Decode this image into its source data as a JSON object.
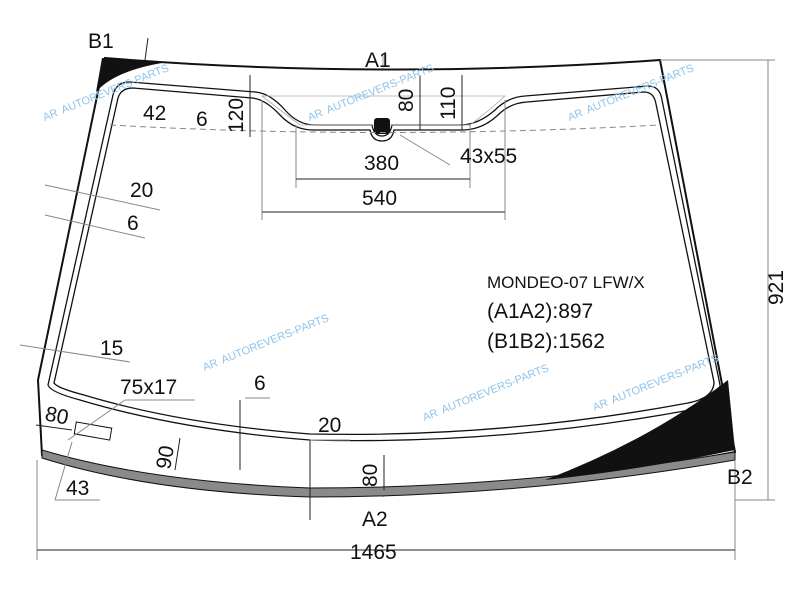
{
  "points": {
    "b1": "B1",
    "a1": "A1",
    "a2": "A2",
    "b2": "B2"
  },
  "dims": {
    "d42": "42",
    "d6_top": "6",
    "d120": "120",
    "d80_top": "80",
    "d110": "110",
    "d380": "380",
    "d43x55": "43x55",
    "d540": "540",
    "d20_left": "20",
    "d6_left": "6",
    "d921": "921",
    "d15": "15",
    "d75x17": "75x17",
    "d6_bottom": "6",
    "d80_left": "80",
    "d90": "90",
    "d20_bottom": "20",
    "d80_bottom": "80",
    "d43": "43",
    "d1465": "1465"
  },
  "info": {
    "model": "MONDEO-07 LFW/X",
    "a1a2": "(A1A2):897",
    "b1b2": "(B1B2):1562"
  },
  "watermark": "AUTOREVERS-PARTS",
  "watermark_logo": "AR",
  "colors": {
    "frit": "#111111",
    "strip": "#8a8a8a",
    "watermark": "#8ec3ea"
  }
}
